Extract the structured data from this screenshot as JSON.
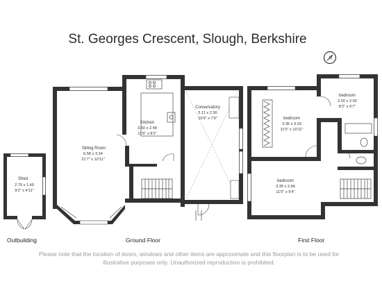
{
  "title": "St. Georges Crescent, Slough, Berkshire",
  "rooms": {
    "shed": {
      "name": "Shed",
      "metric": "2.79 x 1.49",
      "imperial": "9'2\" x 4'11\""
    },
    "sitting_room": {
      "name": "Sitting Room",
      "metric": "6.58 x 3.34",
      "imperial": "21'7\" x 10'11\""
    },
    "kitchen": {
      "name": "Kitchen",
      "metric": "3.50 x 2.48",
      "imperial": "11'6\" x 8'2\""
    },
    "conservatory": {
      "name": "Conservatory",
      "metric": "5.11 x 2.36",
      "imperial": "16'9\" x 7'9\""
    },
    "bedroom_1": {
      "name": "bedroom",
      "metric": "3.35 x 3.33",
      "imperial": "11'0\" x 10'11\""
    },
    "bedroom_2": {
      "name": "bedroom",
      "metric": "2.50 x 2.00",
      "imperial": "8'2\" x 6'7\""
    },
    "bedroom_3": {
      "name": "bedroom",
      "metric": "3.35 x 2.84",
      "imperial": "11'0\" x 9'4\""
    }
  },
  "floors": {
    "outbuilding": "Outbuilding",
    "ground": "Ground Floor",
    "first": "First Floor"
  },
  "compass": {
    "letter": "N"
  },
  "disclaimer": {
    "line1": "Please note that the location of doors, windows and other items are approximate and this floorplan is to be used for",
    "line2": "illustrative purposes only. Unauthorized reproduction is prohibited."
  }
}
